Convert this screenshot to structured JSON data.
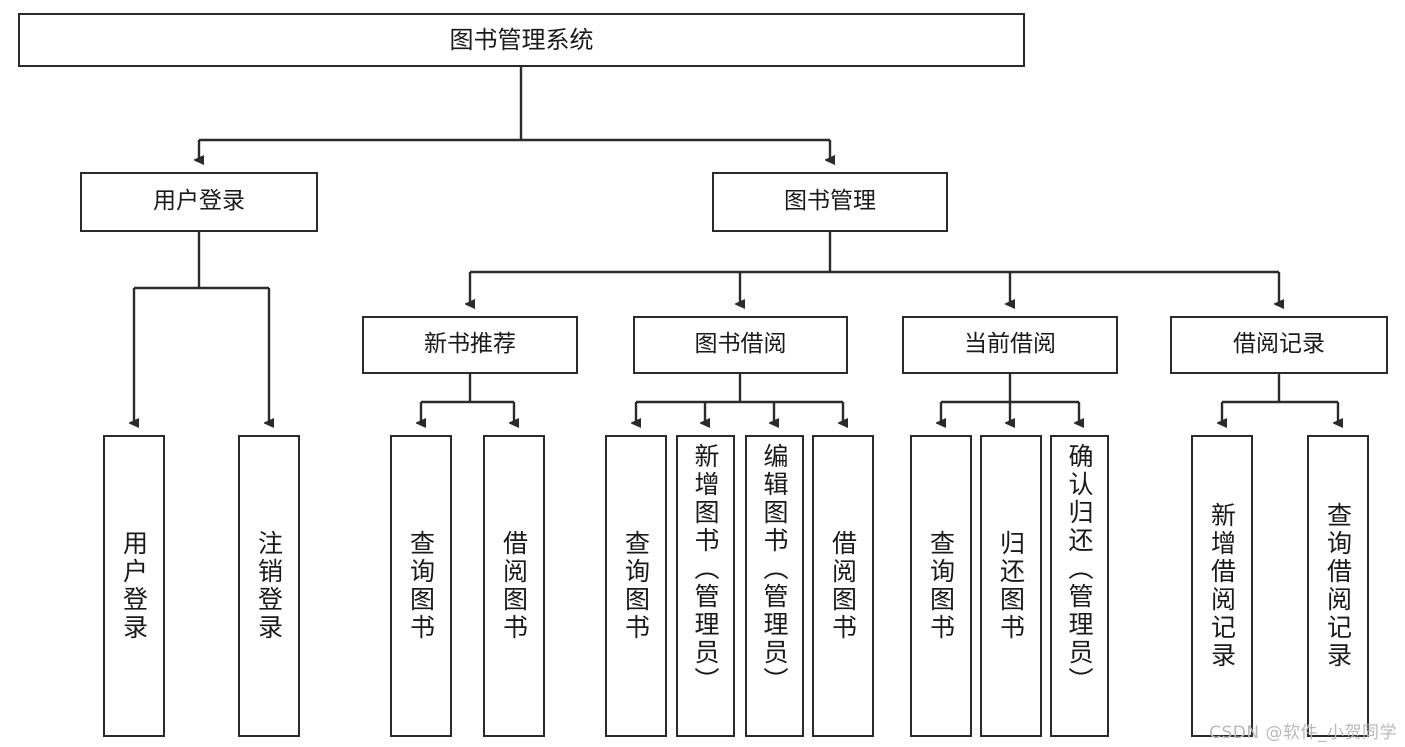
{
  "diagram": {
    "title": "图书管理系统",
    "type": "tree",
    "watermark": "CSDN @软件_小贺同学",
    "colors": {
      "box_border": "#2b2b2b",
      "box_fill": "#ffffff",
      "edge": "#2b2b2b",
      "text": "#1a1a1a",
      "watermark": "#b9b9b9"
    },
    "nodes": {
      "root": {
        "label": "图书管理系统",
        "level": 1
      },
      "l2": [
        {
          "id": "user-login",
          "label": "用户登录",
          "level": 2
        },
        {
          "id": "book-manage",
          "label": "图书管理",
          "level": 2
        }
      ],
      "l3": [
        {
          "id": "new-book-recommend",
          "label": "新书推荐",
          "level": 3,
          "parent": "book-manage"
        },
        {
          "id": "book-borrow",
          "label": "图书借阅",
          "level": 3,
          "parent": "book-manage"
        },
        {
          "id": "current-borrow",
          "label": "当前借阅",
          "level": 3,
          "parent": "book-manage"
        },
        {
          "id": "borrow-record",
          "label": "借阅记录",
          "level": 3,
          "parent": "book-manage"
        }
      ],
      "leaves": [
        {
          "id": "leaf-user-login",
          "label": "用户登录",
          "parent": "user-login"
        },
        {
          "id": "leaf-user-logout",
          "label": "注销登录",
          "parent": "user-login"
        },
        {
          "id": "leaf-query-book-1",
          "label": "查询图书",
          "parent": "new-book-recommend"
        },
        {
          "id": "leaf-borrow-book-1",
          "label": "借阅图书",
          "parent": "new-book-recommend"
        },
        {
          "id": "leaf-query-book-2",
          "label": "查询图书",
          "parent": "book-borrow"
        },
        {
          "id": "leaf-add-book",
          "label": "新增图书（管理员）",
          "parent": "book-borrow"
        },
        {
          "id": "leaf-edit-book",
          "label": "编辑图书（管理员）",
          "parent": "book-borrow"
        },
        {
          "id": "leaf-borrow-book-2",
          "label": "借阅图书",
          "parent": "book-borrow"
        },
        {
          "id": "leaf-query-book-3",
          "label": "查询图书",
          "parent": "current-borrow"
        },
        {
          "id": "leaf-return-book",
          "label": "归还图书",
          "parent": "current-borrow"
        },
        {
          "id": "leaf-confirm-return",
          "label": "确认归还（管理员）",
          "parent": "current-borrow"
        },
        {
          "id": "leaf-add-record",
          "label": "新增借阅记录",
          "parent": "borrow-record"
        },
        {
          "id": "leaf-query-record",
          "label": "查询借阅记录",
          "parent": "borrow-record"
        }
      ]
    }
  }
}
